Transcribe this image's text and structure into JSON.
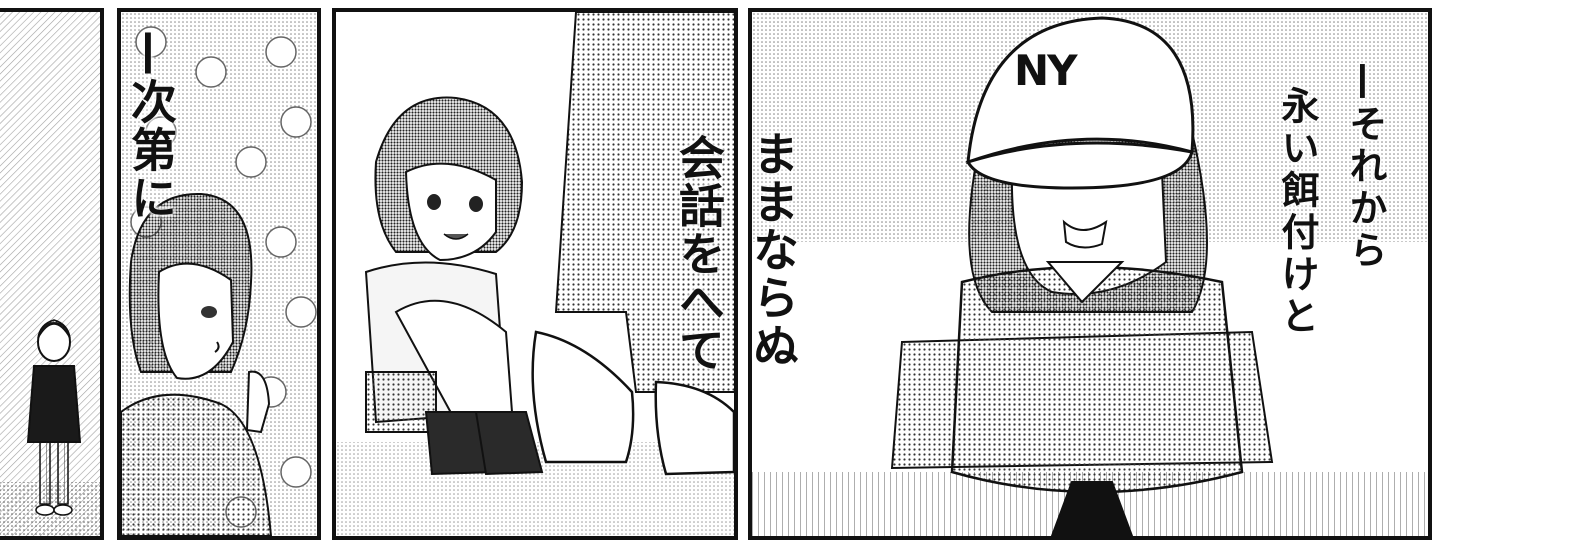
{
  "panels": {
    "panel_2": {
      "caption": "—次第に"
    },
    "panel_3": {
      "caption_right": "ままならぬ",
      "caption_left": "会話をへて"
    },
    "panel_4": {
      "caption_right": "—それから",
      "caption_left": "永い餌付けと",
      "cap_logo": "NY"
    }
  }
}
